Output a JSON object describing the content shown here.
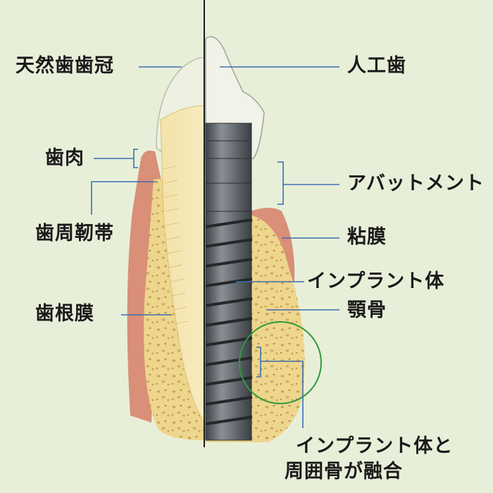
{
  "labels": {
    "natural_crown": "天然歯歯冠",
    "gingiva": "歯肉",
    "gingival_fiber": "歯周靭帯",
    "pdl": "歯根膜",
    "artificial_tooth": "人工歯",
    "abutment": "アバットメント",
    "mucosa": "粘膜",
    "implant_body": "インプラント体",
    "jawbone": "顎骨",
    "osseo_line1": "インプラント体と",
    "osseo_line2": "周囲骨が融合"
  },
  "colors": {
    "background": "#e8efd9",
    "leader_line": "#3a6fb0",
    "bone": "#edd58a",
    "gum": "#d98f78",
    "implant_metal": "#5d6368",
    "highlight_circle": "#2f9a3f",
    "divider": "#1b1b1b"
  }
}
